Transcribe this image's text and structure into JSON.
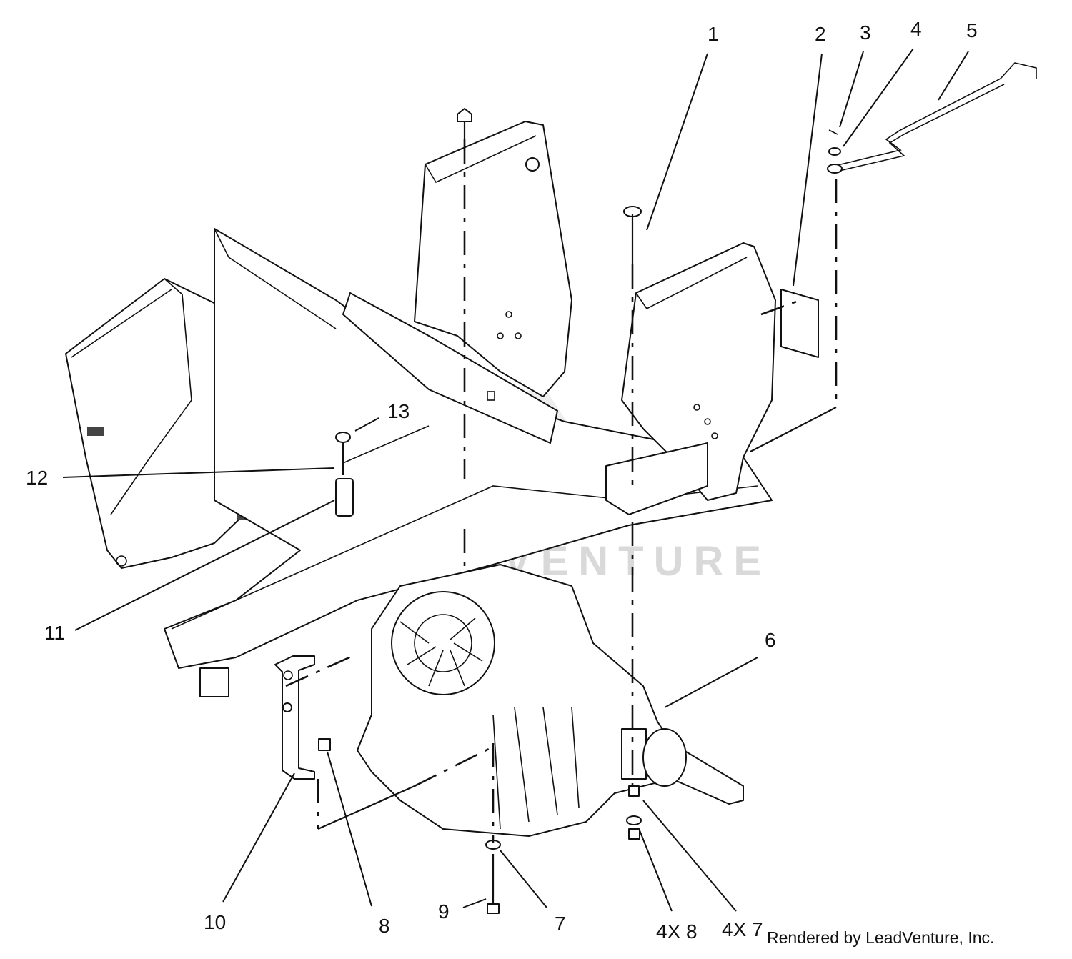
{
  "diagram": {
    "callouts": [
      {
        "id": "c1",
        "label": "1"
      },
      {
        "id": "c2",
        "label": "2"
      },
      {
        "id": "c3",
        "label": "3"
      },
      {
        "id": "c4",
        "label": "4"
      },
      {
        "id": "c5",
        "label": "5"
      },
      {
        "id": "c6",
        "label": "6"
      },
      {
        "id": "c7",
        "label": "7"
      },
      {
        "id": "c8",
        "label": "8"
      },
      {
        "id": "c9",
        "label": "9"
      },
      {
        "id": "c10",
        "label": "10"
      },
      {
        "id": "c11",
        "label": "11"
      },
      {
        "id": "c12",
        "label": "12"
      },
      {
        "id": "c13",
        "label": "13"
      },
      {
        "id": "c4x8",
        "label": "4X 8"
      },
      {
        "id": "c4x7",
        "label": "4X 7"
      }
    ],
    "credit": "Rendered by LeadVenture, Inc.",
    "watermark": "LEADVENTURE"
  }
}
